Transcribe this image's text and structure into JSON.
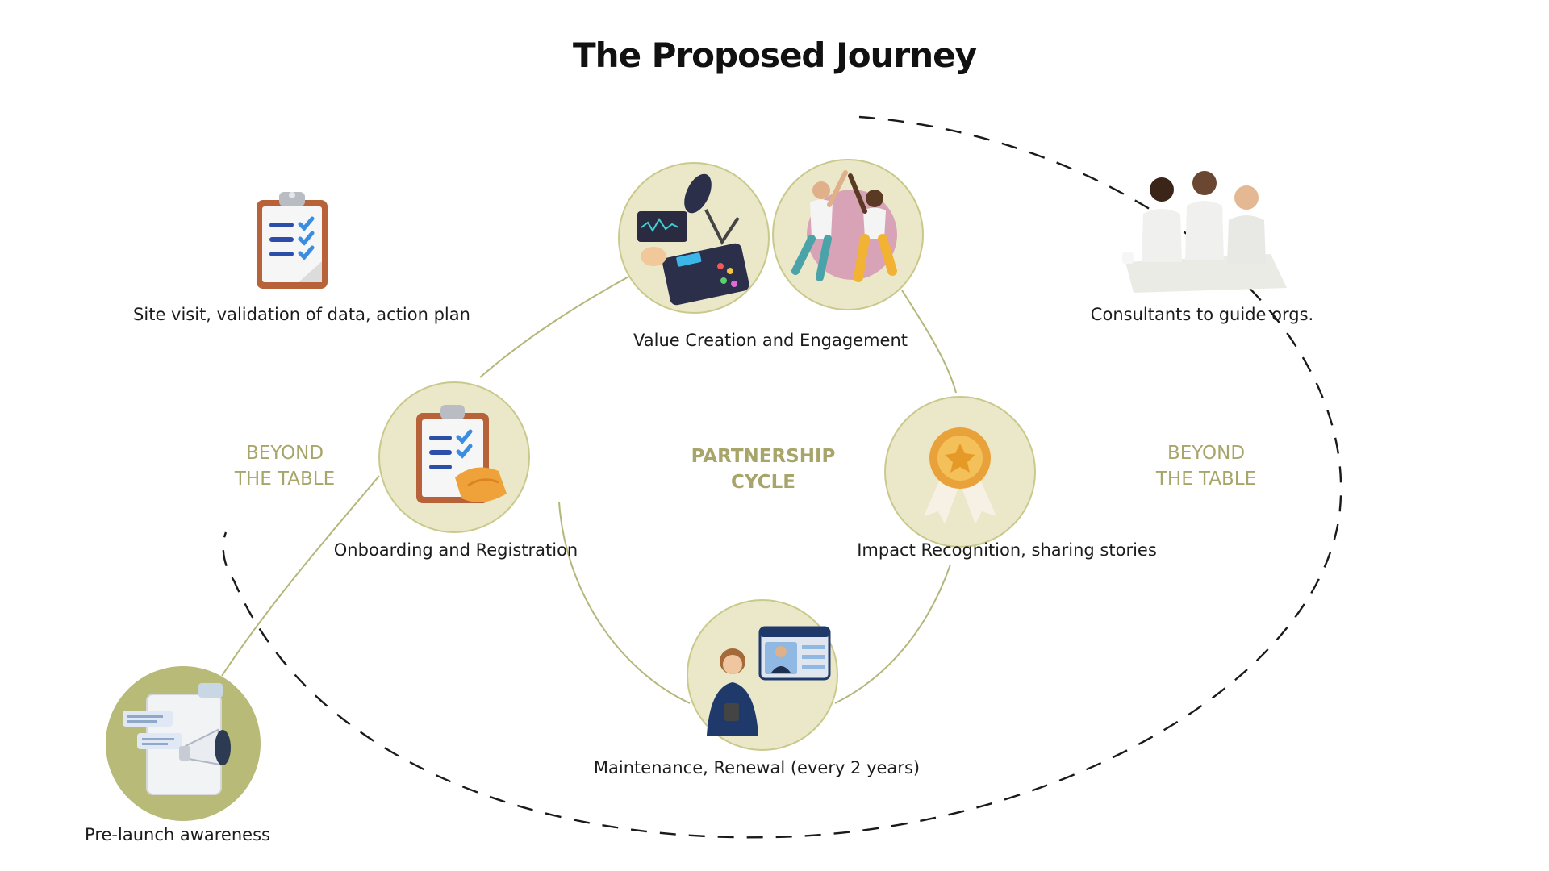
{
  "title": "The Proposed Journey",
  "center_label": {
    "line1": "PARTNERSHIP",
    "line2": "CYCLE"
  },
  "side_labels": {
    "left": {
      "line1": "BEYOND",
      "line2": "THE TABLE"
    },
    "right": {
      "line1": "BEYOND",
      "line2": "THE TABLE"
    }
  },
  "steps": {
    "site_visit": "Site visit, validation of data, action plan",
    "value_creation": "Value Creation and Engagement",
    "consultants": "Consultants to guide orgs.",
    "onboarding": "Onboarding and Registration",
    "impact": "Impact Recognition, sharing stories",
    "maintenance": "Maintenance, Renewal (every 2 years)",
    "prelaunch": "Pre-launch awareness"
  },
  "icons": {
    "site_visit": "clipboard-checklist-icon",
    "value_creation_left": "podcast-studio-icon",
    "value_creation_right": "high-five-people-icon",
    "consultants": "team-planning-people-icon",
    "onboarding": "clipboard-handshake-icon",
    "impact": "award-ribbon-icon",
    "maintenance": "video-call-person-icon",
    "prelaunch": "megaphone-social-icon"
  },
  "colors": {
    "node_fill": "#eae8c9",
    "node_border": "#c9c98c",
    "node_fill_dark": "#b8ba78",
    "accent_text": "#a7a56a",
    "cycle_line": "#b5b77a",
    "dashed_line": "#1a1a1a"
  }
}
